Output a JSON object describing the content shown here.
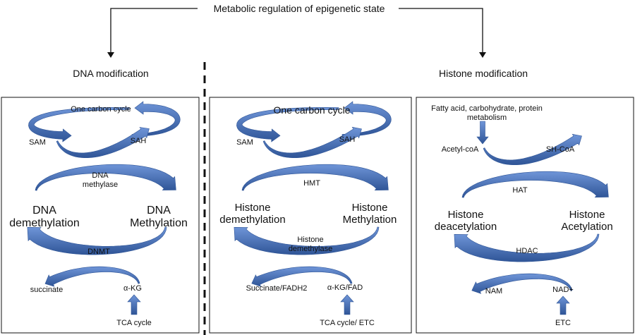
{
  "title": "Metabolic regulation of epigenetic state",
  "branches": {
    "left": "DNA modification",
    "right": "Histone modification"
  },
  "colors": {
    "arrow": "#4472c4",
    "arrow_dark": "#2f5597",
    "line": "#111111"
  },
  "panels": {
    "dna": {
      "cycle": "One carbon cycle",
      "donor": "SAM",
      "product": "SAH",
      "enzyme_top": "DNA methylase",
      "left_label": "DNA demethylation",
      "right_label": "DNA Methylation",
      "enzyme_bottom": "DNMT",
      "out": "succinate",
      "in": "α-KG",
      "source": "TCA cycle"
    },
    "histone_methyl": {
      "cycle": "One carbon cycle",
      "donor": "SAM",
      "product": "SAH",
      "enzyme_top": "HMT",
      "left_label": "Histone demethylation",
      "right_label": "Histone Methylation",
      "enzyme_bottom": "Histone demethylase",
      "out": "Succinate/FADH2",
      "in": "α-KG/FAD",
      "source": "TCA cycle/ ETC"
    },
    "histone_acetyl": {
      "source_top": "Fatty acid, carbohydrate, protein metabolism",
      "donor": "Acetyl-coA",
      "product": "SH-CoA",
      "enzyme_top": "HAT",
      "left_label": "Histone deacetylation",
      "right_label": "Histone Acetylation",
      "enzyme_bottom": "HDAC",
      "out": "NAM",
      "in": "NAD+",
      "source": "ETC"
    }
  }
}
